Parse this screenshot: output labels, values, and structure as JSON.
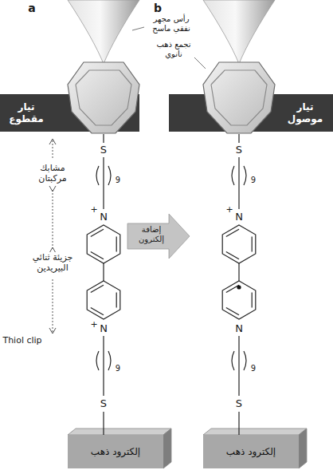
{
  "diagram": {
    "nodes": [
      {
        "text": [
          "تيار مقطوع"
        ]
      },
      {
        "text": [
          "تيار موصول"
        ]
      },
      {
        "text": [
          "إلكترود ذهب"
        ]
      },
      {
        "text": [
          "إلكترود ذهب"
        ]
      }
    ],
    "labels": [
      "a",
      "b",
      "رأس مجهر نفقي ماسح",
      "تجمع ذهب نانوي",
      "مشابك مركبتان",
      "جزيئة ثنائي البيريدين",
      "Thiol clip",
      "إضافة إلكترون",
      "S",
      "9",
      "+",
      "N",
      "+",
      "N",
      "9",
      "S",
      "S",
      "9",
      "+",
      "N",
      "N",
      "9",
      "S"
    ]
  }
}
